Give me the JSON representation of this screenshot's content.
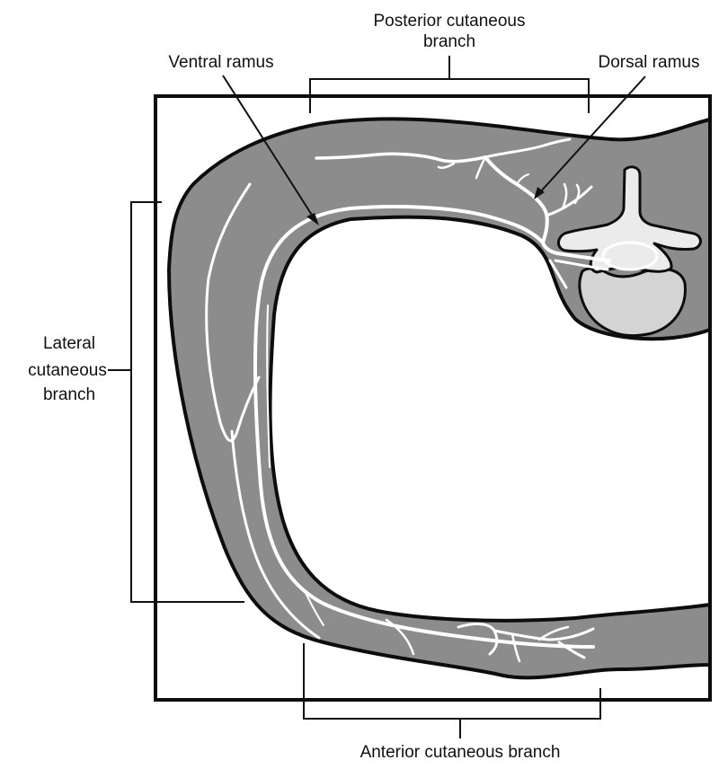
{
  "labels": {
    "posterior_line1": "Posterior cutaneous",
    "posterior_line2": "branch",
    "ventral_ramus": "Ventral ramus",
    "dorsal_ramus": "Dorsal ramus",
    "lateral_line1": "Lateral",
    "lateral_line2": "cutaneous",
    "lateral_line3": "branch",
    "anterior": "Anterior cutaneous branch"
  },
  "colors": {
    "body_fill": "#8c8c8c",
    "outline": "#0d0d0d",
    "nerve": "#ffffff",
    "bone_fill": "#ebebeb",
    "vertebral_body_fill": "#d4d4d4"
  }
}
